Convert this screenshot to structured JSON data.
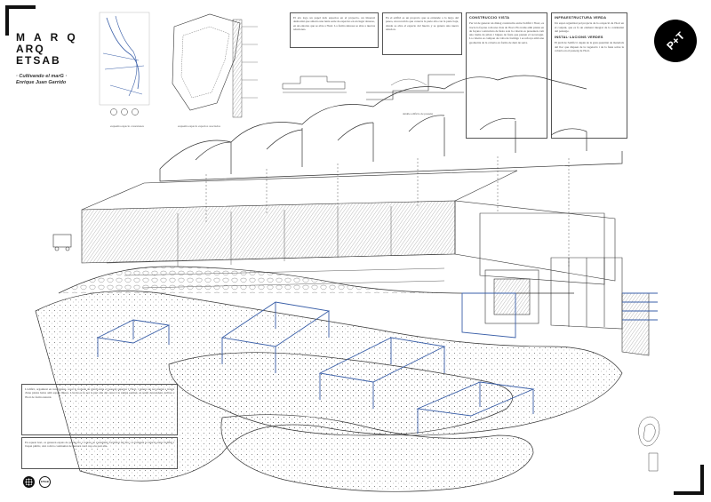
{
  "header": {
    "title_line1": "MARQ",
    "title_line2": "ARQ",
    "title_line3": "ETSAB",
    "project_line1": "· Cultivando el marG ·",
    "project_line2": "Enrique Juan Garrido"
  },
  "badge": {
    "label": "P+T"
  },
  "captions": {
    "cap_1": "esquema espacio conexiones",
    "cap_2": "esquema espacio espacios asociados",
    "cap_3": "detalle edificio de passeig"
  },
  "textboxes": {
    "tb1": {
      "heading": "",
      "body": "El eix logo un papel dels espacios en el proyecto, un itinerari deshordat que amarra una lenta serie de espacios en un lugar sinuoso, en un entorno que se abre a l'hort. La forma sinuosa se abre a nuevas relaciones."
    },
    "tb2": {
      "heading": "",
      "body": "En el edifici es un proyecto que se extiende a lo largo del paseo, un recorrido que conecta la parte alta con la parte baja, donde se abre el espacio del huerto y se genera una nueva relacion."
    },
    "tb3": {
      "heading": "CONSTRUCCIO VISTA",
      "body": "Per tal de generar un dialeg constructiu entre l'edifici i l'hort, es tracta la façana com una vista de l'hort. Els trams amb planta en de façana i estructura de fusta sota la coberta es presenten com una trama de pilars i bigues de fusta que pauten el recorregut. La coberta es compon de volta de formigo i es reforça amb una geometria de la coberta en forma de dent de serra."
    },
    "tb4": {
      "heading": "INFRAESTRUCTURA VERDA",
      "body": "Un espai organitzat pel projecte de la ocupació de l'hort en el conjunt, que es fa un element integrat de la continuitat del paisatge.",
      "heading2": "INSTAL·LACIONS VERDES",
      "body2": "El jardí de l'edifici i depèn de la gran quantitat de materials del lloc que dispsen de la vegetació i de la fusta sobre la coberta en el passeig de l'hort."
    },
    "tb5": {
      "heading": "",
      "body": "L'edifici, organitzat en tres plantes, resol la trobada de nivell entre el passeig superior i l'hort, i genera un recorregut a través d'una planta baixa amb espais lliures. L'accés es fa per la part alta del carrer i la rampa permet, en sentit descendent, arribar a l'hort de forma natural."
    },
    "tb6": {
      "heading": "",
      "body": "En aquest hort, es generen espais de producció i conreu on s'estableix l'activitat del lloc; es fomenta la relació entre l'edifici i l'espai públic, així com la continuitat de l'entorn verd cap a la part alta."
    }
  },
  "footer": {
    "logo_label_2": "ETSAB"
  },
  "colors": {
    "ink": "#222222",
    "accent_blue": "#3a5fa8",
    "badge_bg": "#000000"
  }
}
